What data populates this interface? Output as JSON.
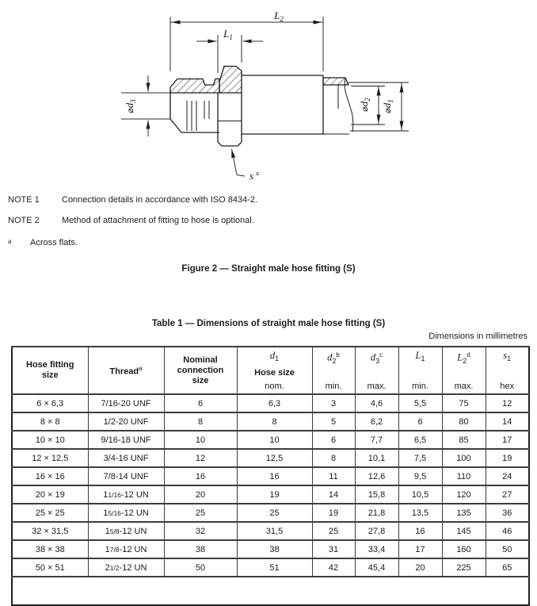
{
  "figure": {
    "dims": {
      "L2": {
        "main": "L",
        "sub": "2"
      },
      "L1": {
        "main": "L",
        "sub": "1"
      },
      "d3": {
        "phi": "⌀",
        "main": "d",
        "sub": "3"
      },
      "d2": {
        "phi": "⌀",
        "main": "d",
        "sub": "2"
      },
      "d1": {
        "phi": "⌀",
        "main": "d",
        "sub": "1"
      },
      "s": {
        "main": "s",
        "sup": "a"
      }
    },
    "notes": [
      {
        "label": "NOTE 1",
        "text": "Connection details in accordance with ISO 8434-2."
      },
      {
        "label": "NOTE 2",
        "text": "Method of attachment of fitting to hose is optional."
      }
    ],
    "footnote": {
      "marker": "a",
      "text": "Across flats."
    },
    "caption": "Figure 2 — Straight male hose fitting (S)"
  },
  "table": {
    "caption": "Table 1 — Dimensions of straight male hose fitting (S)",
    "units_note": "Dimensions in millimetres",
    "header": {
      "col_size_line1": "Hose fitting",
      "col_size_line2": "size",
      "col_thread": "Thread",
      "col_thread_sup": "a",
      "col_nominal_line1": "Nominal",
      "col_nominal_line2": "connection",
      "col_nominal_line3": "size",
      "col_d1": {
        "var": "d",
        "sub": "1",
        "label": "Hose size",
        "qual": "nom."
      },
      "col_d2": {
        "var": "d",
        "sub": "2",
        "sup": "b",
        "qual": "min."
      },
      "col_d3": {
        "var": "d",
        "sub": "3",
        "sup": "c",
        "qual": "max."
      },
      "col_L1": {
        "var": "L",
        "sub": "1",
        "qual": "min."
      },
      "col_L2": {
        "var": "L",
        "sub": "2",
        "sup": "d",
        "qual": "max."
      },
      "col_s1": {
        "var": "s",
        "sub": "1",
        "qual": "hex"
      }
    },
    "rows": [
      {
        "size": "6 × 6,3",
        "thread": {
          "whole": "",
          "frac": "7/16",
          "rest": "-20 UNF",
          "small": false
        },
        "values": [
          "6",
          "6,3",
          "3",
          "4,6",
          "5,5",
          "75",
          "12"
        ]
      },
      {
        "size": "8 × 8",
        "thread": {
          "whole": "",
          "frac": "1/2",
          "rest": "-20 UNF",
          "small": false
        },
        "values": [
          "8",
          "8",
          "5",
          "6,2",
          "6",
          "80",
          "14"
        ]
      },
      {
        "size": "10 × 10",
        "thread": {
          "whole": "",
          "frac": "9/16",
          "rest": "-18 UNF",
          "small": false
        },
        "values": [
          "10",
          "10",
          "6",
          "7,7",
          "6,5",
          "85",
          "17"
        ]
      },
      {
        "size": "12 × 12,5",
        "thread": {
          "whole": "",
          "frac": "3/4",
          "rest": "-16 UNF",
          "small": false
        },
        "values": [
          "12",
          "12,5",
          "8",
          "10,1",
          "7,5",
          "100",
          "19"
        ]
      },
      {
        "size": "16 × 16",
        "thread": {
          "whole": "",
          "frac": "7/8",
          "rest": "-14 UNF",
          "small": false
        },
        "values": [
          "16",
          "16",
          "11",
          "12,6",
          "9,5",
          "110",
          "24"
        ]
      },
      {
        "size": "20 × 19",
        "thread": {
          "whole": "1",
          "frac": "1/16",
          "rest": "-12 UN",
          "small": true
        },
        "values": [
          "20",
          "19",
          "14",
          "15,8",
          "10,5",
          "120",
          "27"
        ]
      },
      {
        "size": "25 × 25",
        "thread": {
          "whole": "1",
          "frac": "5/16",
          "rest": "-12 UN",
          "small": true
        },
        "values": [
          "25",
          "25",
          "19",
          "21,8",
          "13,5",
          "135",
          "36"
        ]
      },
      {
        "size": "32 × 31,5",
        "thread": {
          "whole": "1",
          "frac": "5/8",
          "rest": "-12 UN",
          "small": true
        },
        "values": [
          "32",
          "31,5",
          "25",
          "27,8",
          "16",
          "145",
          "46"
        ]
      },
      {
        "size": "38 × 38",
        "thread": {
          "whole": "1",
          "frac": "7/8",
          "rest": "-12 UN",
          "small": true
        },
        "values": [
          "38",
          "38",
          "31",
          "33,4",
          "17",
          "160",
          "50"
        ]
      },
      {
        "size": "50 × 51",
        "thread": {
          "whole": "2",
          "frac": "1/2",
          "rest": "-12 UN",
          "small": true
        },
        "values": [
          "50",
          "51",
          "42",
          "45,4",
          "20",
          "225",
          "65"
        ]
      }
    ]
  }
}
